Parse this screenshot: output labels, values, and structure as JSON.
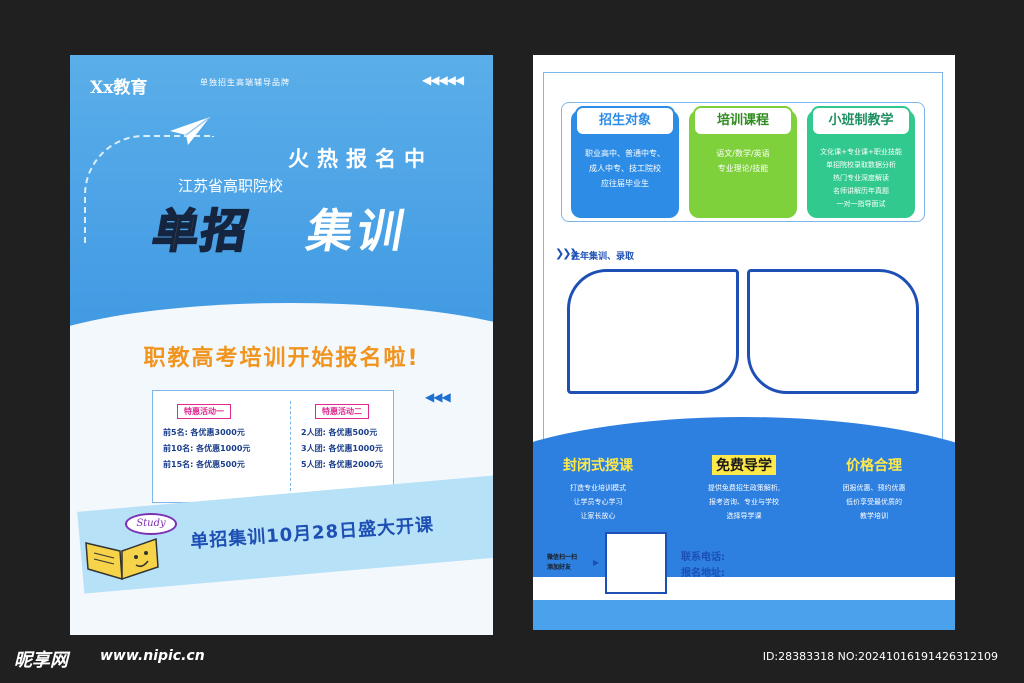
{
  "left_page": {
    "brand": "Xx教育",
    "slogan": "单独招生高端辅导品牌",
    "header_arrows": "◀◀◀◀◀",
    "hot_label": "火热报名中",
    "school": "江苏省高职院校",
    "title_part1": "单招",
    "title_part2": "集训",
    "headline": "职教高考培训开始报名啦!",
    "promo_arrows": "◀◀◀",
    "activities": [
      {
        "title": "特惠活动一",
        "rows": [
          "前5名: 各优惠3000元",
          "前10名: 各优惠1000元",
          "前15名: 各优惠500元"
        ]
      },
      {
        "title": "特惠活动二",
        "rows": [
          "2人团: 各优惠500元",
          "3人团: 各优惠1000元",
          "5人团: 各优惠2000元"
        ]
      }
    ],
    "study_bubble": "Study",
    "ribbon_text": "单招集训10月28日盛大开课"
  },
  "right_page": {
    "boxes": [
      {
        "title": "招生对象",
        "lines": [
          "职业高中、普通中专、",
          "成人中专、技工院校",
          "应往届毕业生"
        ]
      },
      {
        "title": "培训课程",
        "lines": [
          "语文/数学/英语",
          "专业理论/技能"
        ]
      },
      {
        "title": "小班制教学",
        "lines": [
          "文化课+专业课+职业技能",
          "单招院校录取数据分析",
          "热门专业深度解读",
          "名师讲解历年真题",
          "一对一指导面试"
        ]
      }
    ],
    "past_label": "往年集训、录取",
    "past_arrow": "❯❯❯",
    "features": [
      {
        "title": "封闭式授课",
        "lines": [
          "打造专业培训模式",
          "让学员专心学习",
          "让家长放心"
        ]
      },
      {
        "title": "免费导学",
        "lines": [
          "提供免费招生政策解析,",
          "报考咨询、专业与学校",
          "选择导学课"
        ]
      },
      {
        "title": "价格合理",
        "lines": [
          "团报优惠、预约优惠",
          "低价享受最优质的",
          "教学培训"
        ]
      }
    ],
    "wechat_lines": [
      "微信扫一扫",
      "添加好友"
    ],
    "wechat_arrow": "▶",
    "contact": [
      "联系电话:",
      "报名地址:"
    ]
  },
  "watermark": {
    "logo": "昵享网",
    "site": "www.nipic.cn",
    "id_text": "ID:28383318 NO:20241016191426312109"
  },
  "colors": {
    "primary_blue": "#2d7fe0",
    "light_blue": "#5aaee9",
    "orange": "#f0941e",
    "yellow": "#ffd23a",
    "green": "#7fd13c",
    "teal": "#31c98d",
    "pink": "#e0288f"
  }
}
